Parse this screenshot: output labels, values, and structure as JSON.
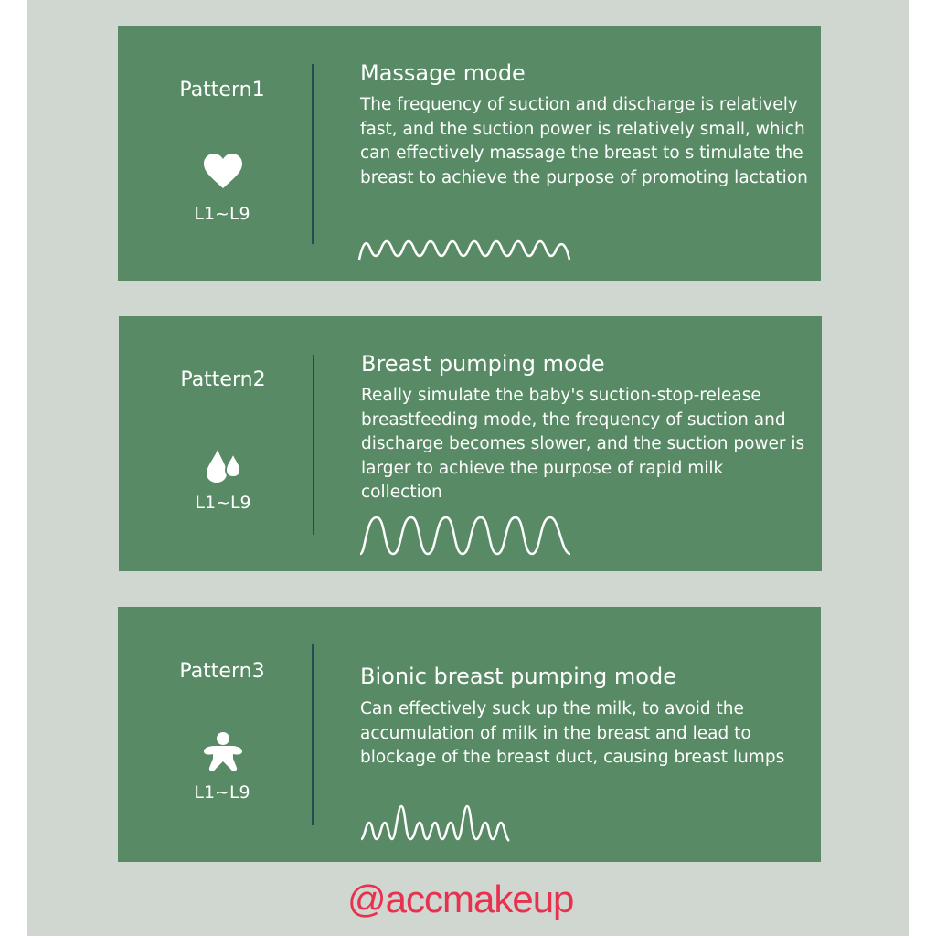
{
  "panels": [
    {
      "pattern": "Pattern1",
      "icon": "heart-icon",
      "level": "L1~L9",
      "title": "Massage mode",
      "description": "The frequency of suction and discharge is relatively fast, and the suction power is relatively small, which can effectively massage the breast to s timulate the breast to achieve the purpose of promoting lactation"
    },
    {
      "pattern": "Pattern2",
      "icon": "water-drops-icon",
      "level": "L1~L9",
      "title": "Breast pumping mode",
      "description": "Really simulate the baby's suction-stop-release breastfeeding mode, the frequency of suction and discharge becomes slower, and the suction power is larger to achieve the purpose of rapid milk collection"
    },
    {
      "pattern": "Pattern3",
      "icon": "baby-figure-icon",
      "level": "L1~L9",
      "title": "Bionic breast pumping mode",
      "description": "Can effectively suck up the milk, to avoid the accumulation of milk in the breast and lead to blockage of the breast duct, causing breast lumps"
    }
  ],
  "watermark": "@accmakeup",
  "colors": {
    "panel": "#588b65",
    "background": "#d0d6d0",
    "watermark": "#e8304f",
    "divider": "#1f4f55"
  }
}
